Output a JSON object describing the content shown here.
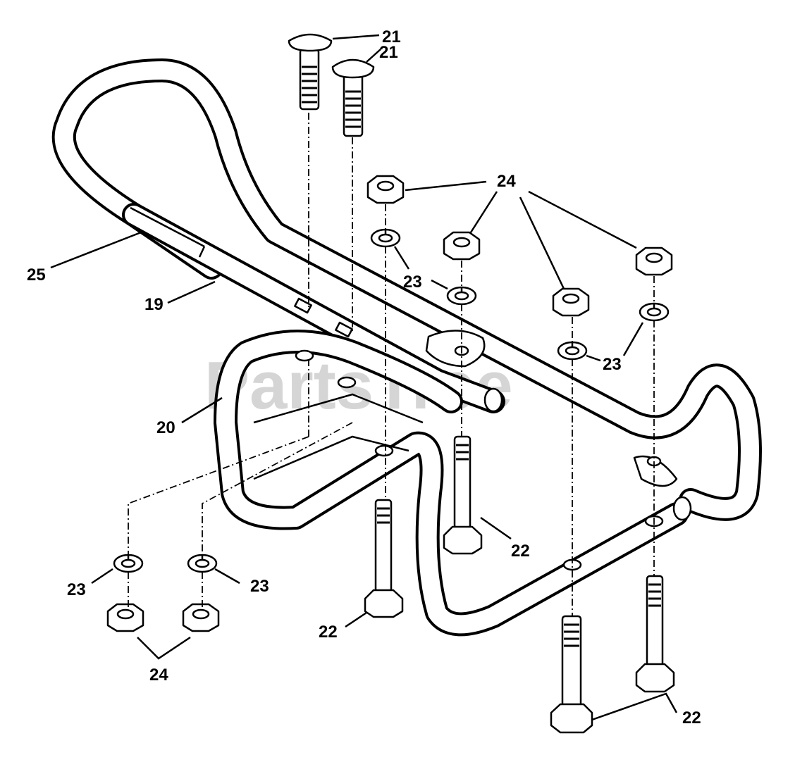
{
  "watermark": "PartsTree",
  "callouts": {
    "c19": "19",
    "c20": "20",
    "c21a": "21",
    "c21b": "21",
    "c22a": "22",
    "c22b": "22",
    "c22c": "22",
    "c23a": "23",
    "c23b": "23",
    "c23c": "23",
    "c23d": "23",
    "c24a": "24",
    "c24b": "24",
    "c25": "25"
  }
}
